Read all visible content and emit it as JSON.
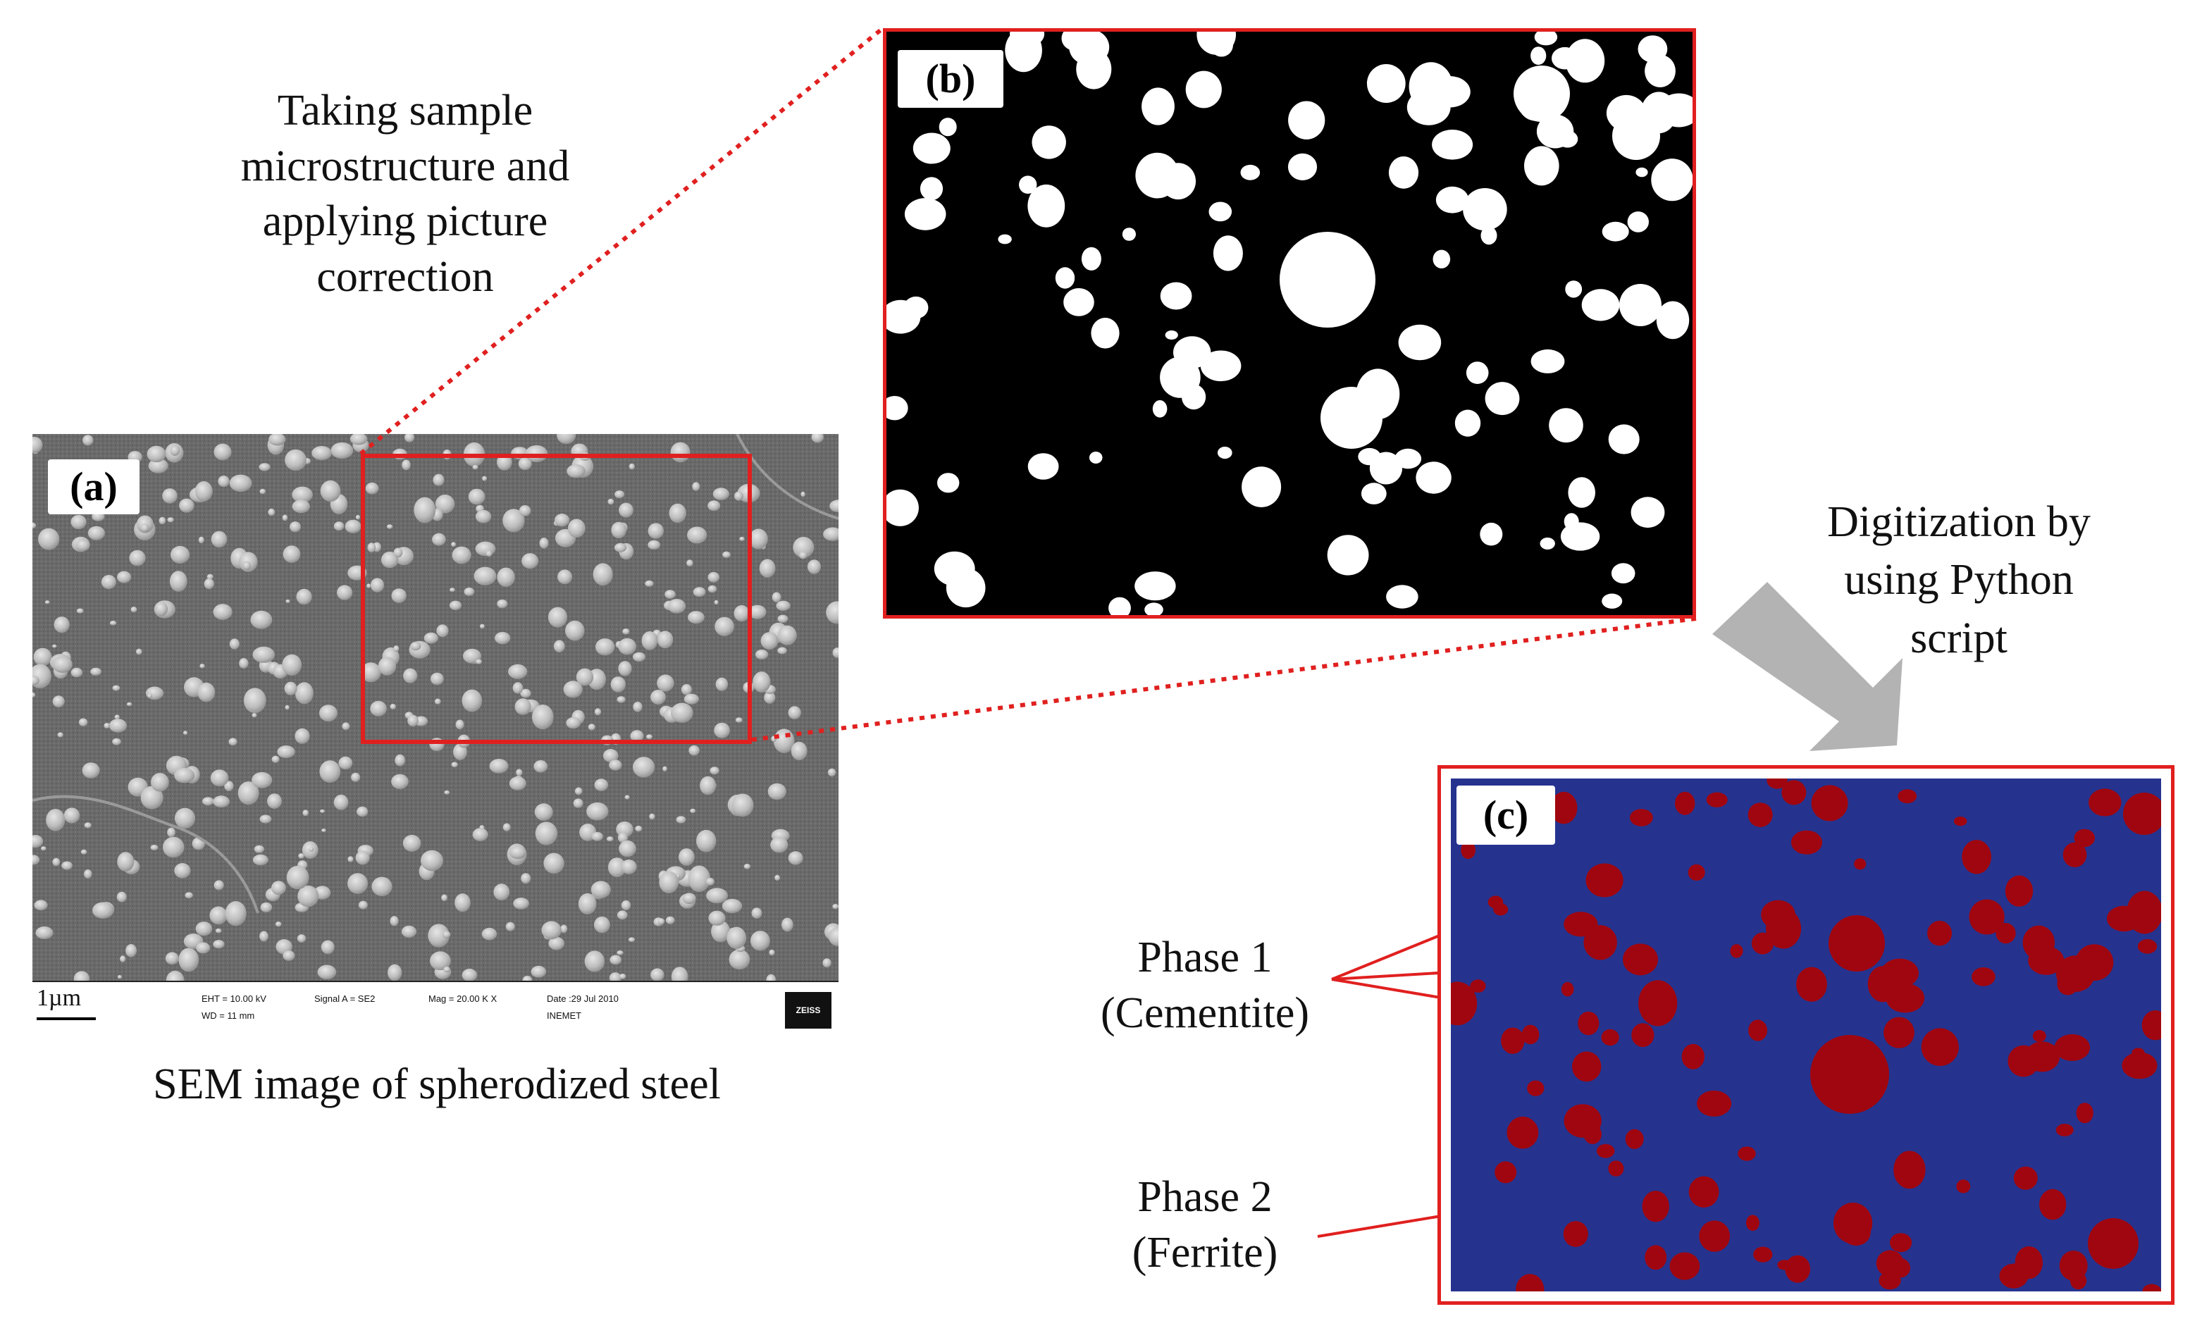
{
  "annotations": {
    "top_left_caption": [
      "Taking sample",
      "microstructure and",
      "applying picture",
      "correction"
    ],
    "right_caption": [
      "Digitization by",
      "using Python",
      "script"
    ],
    "sem_caption": "SEM image of spherodized steel",
    "phase1": [
      "Phase 1",
      "(Cementite)"
    ],
    "phase2": [
      "Phase 2",
      "(Ferrite)"
    ]
  },
  "panels": {
    "a": {
      "label": "(a)"
    },
    "b": {
      "label": "(b)"
    },
    "c": {
      "label": "(c)"
    }
  },
  "sem_infobar": {
    "scale": "1µm",
    "eht": "EHT = 10.00 kV",
    "wd": "WD = 11 mm",
    "signal": "Signal A = SE2",
    "mag": "Mag = 20.00 K X",
    "date": "Date :29 Jul 2010",
    "institution": "INEMET",
    "brand": "ZEISS"
  },
  "colors": {
    "highlight": "#e0201f",
    "ferrite": "#25338f",
    "cementite": "#a0060f",
    "arrow": "#b3b3b3"
  }
}
